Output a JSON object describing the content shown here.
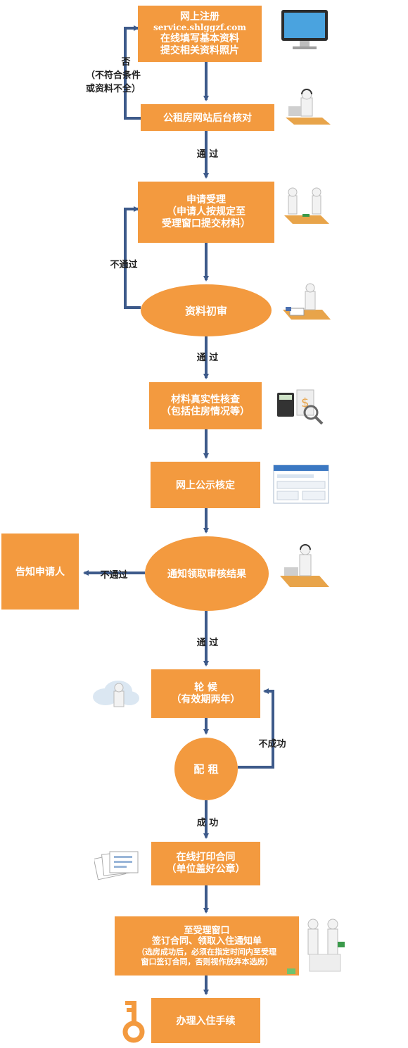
{
  "steps": {
    "register": {
      "title": "网上注册",
      "url": "service.shlggzf.com",
      "line2": "在线填写基本资料",
      "line3": "提交相关资料照片"
    },
    "backend": {
      "label": "公租房网站后台核对"
    },
    "apply": {
      "title": "申请受理",
      "line2": "（申请人按规定至",
      "line3": "受理窗口提交材料）"
    },
    "initial_review": {
      "label": "资料初审"
    },
    "verify": {
      "title": "材料真实性核查",
      "line2": "（包括住房情况等）"
    },
    "publicize": {
      "label": "网上公示核定"
    },
    "notify_result": {
      "label": "通知领取审核结果"
    },
    "inform": {
      "label": "告知申请人"
    },
    "wait": {
      "title": "轮    候",
      "line2": "（有效期两年）"
    },
    "allocate": {
      "label": "配  租"
    },
    "print_contract": {
      "title": "在线打印合同",
      "line2": "（单位盖好公章）"
    },
    "sign": {
      "title": "至受理窗口",
      "line2": "签订合同、领取入住通知单",
      "note1": "（选房成功后，必须在指定时间内至受理",
      "note2": "窗口签订合同，否则视作放弃本选房）"
    },
    "checkin": {
      "label": "办理入住手续"
    }
  },
  "labels": {
    "no": "否",
    "no_detail1": "（不符合条件",
    "no_detail2": "或资料不全）",
    "pass1": "通    过",
    "fail1": "不通过",
    "pass2": "通    过",
    "fail2": "不通过",
    "pass3": "通    过",
    "not_success": "不成功",
    "success": "成    功"
  },
  "colors": {
    "box": "#f39a3f",
    "arrow": "#3d5a8a"
  }
}
